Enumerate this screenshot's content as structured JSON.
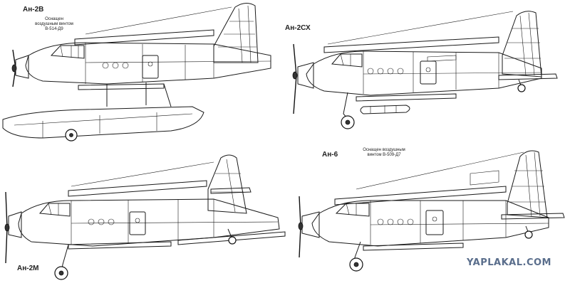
{
  "labels": {
    "an2v": "Ан-2В",
    "an2v_note_line1": "Оснащен",
    "an2v_note_line2": "воздушным винтом",
    "an2v_note_line3": "В-514-Д9",
    "an2sh": "Ан-2СХ",
    "an2m": "Ан-2М",
    "an6": "Ан-6",
    "an6_note_line1": "Оснащен воздушным",
    "an6_note_line2": "винтом В-509-Д7"
  },
  "watermark": "YAPLAKAL.COM",
  "colors": {
    "ink": "#1a1a1a",
    "watermark": "#5a6e8c",
    "paper": "#ffffff"
  }
}
